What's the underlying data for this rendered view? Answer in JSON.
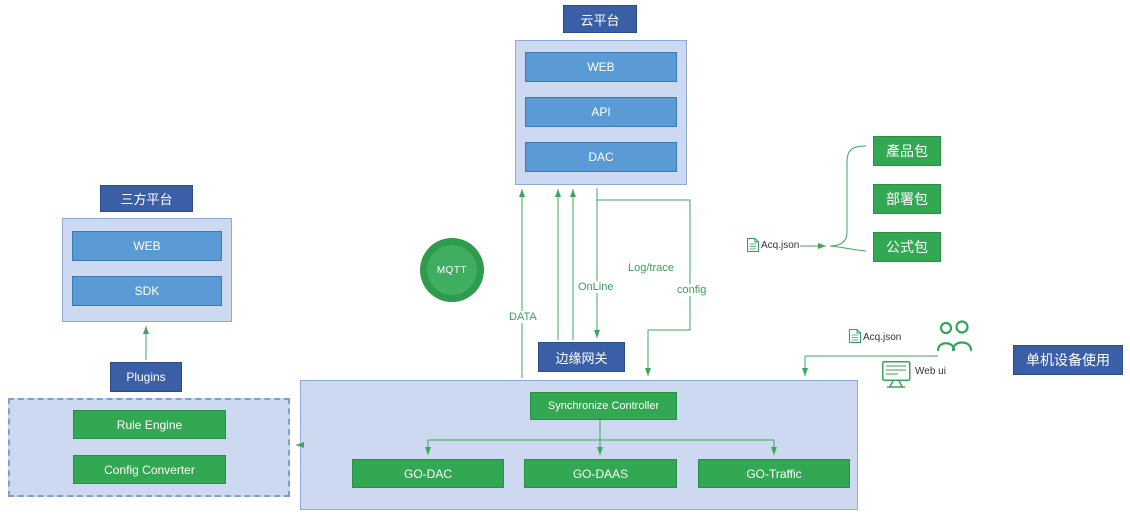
{
  "diagram": {
    "cloud": {
      "title": "云平台",
      "items": [
        "WEB",
        "API",
        "DAC"
      ]
    },
    "third_party": {
      "title": "三方平台",
      "items": [
        "WEB",
        "SDK"
      ]
    },
    "plugins": {
      "label": "Plugins",
      "items": [
        "Rule Engine",
        "Config Converter"
      ]
    },
    "mqtt": {
      "label": "MQTT"
    },
    "edge": {
      "title": "边缘网关",
      "controller": "Synchronize Controller",
      "modules": [
        "GO-DAC",
        "GO-DAAS",
        "GO-Traffic"
      ]
    },
    "packages": {
      "file_label": "Acq.json",
      "items": [
        "產品包",
        "部署包",
        "公式包"
      ]
    },
    "standalone": {
      "file_label": "Acq.json",
      "web_ui_label": "Web ui",
      "box_label": "单机设备使用"
    },
    "flow_labels": {
      "data": "DATA",
      "online": "OnLine",
      "log_trace": "Log/trace",
      "config": "config"
    }
  },
  "colors": {
    "header_blue": "#3a5fa7",
    "container_blue": "#ccd9f1",
    "box_blue": "#5b9bd5",
    "box_green": "#33a852",
    "line_green": "#3fa45c"
  }
}
